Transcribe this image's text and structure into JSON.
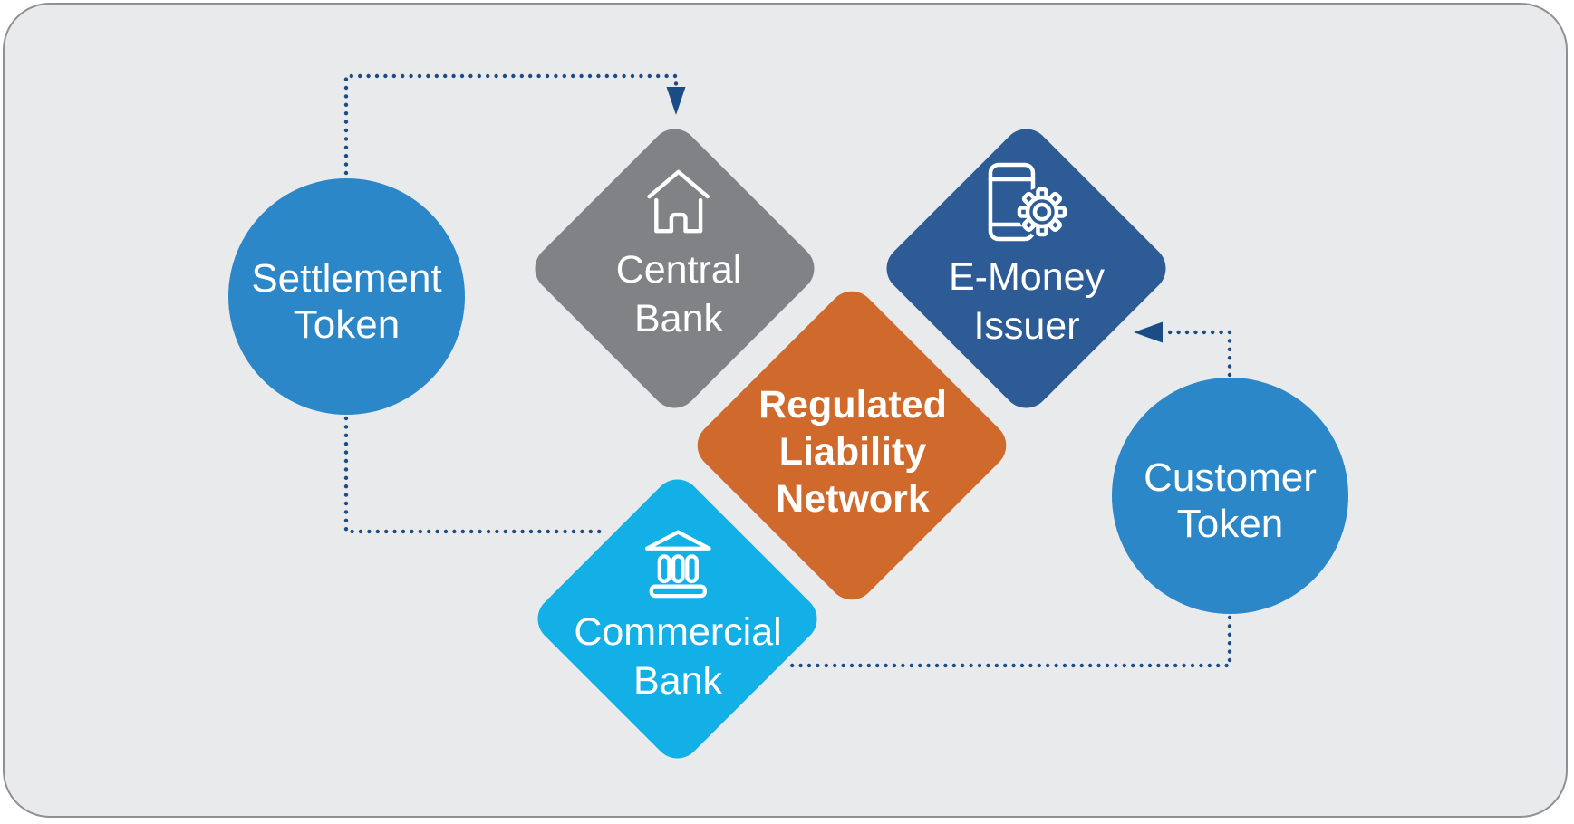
{
  "diagram": {
    "nodes": {
      "settlement_token": {
        "type": "circle",
        "lines": [
          "Settlement",
          "Token"
        ],
        "color_key": "token_circle"
      },
      "central_bank": {
        "type": "diamond",
        "lines": [
          "Central",
          "Bank"
        ],
        "icon": "bank-building-icon",
        "color_key": "central_bank"
      },
      "emoney_issuer": {
        "type": "diamond",
        "lines": [
          "E-Money",
          "Issuer"
        ],
        "icon": "smartphone-gear-icon",
        "color_key": "emoney_issuer"
      },
      "regulated_liability_network": {
        "type": "diamond",
        "lines": [
          "Regulated",
          "Liability",
          "Network"
        ],
        "color_key": "rln"
      },
      "commercial_bank": {
        "type": "diamond",
        "lines": [
          "Commercial",
          "Bank"
        ],
        "icon": "bank-columns-icon",
        "color_key": "commercial_bank"
      },
      "customer_token": {
        "type": "circle",
        "lines": [
          "Customer",
          "Token"
        ],
        "color_key": "token_circle"
      }
    },
    "connectors": [
      {
        "from": "settlement_token",
        "to": "central_bank",
        "style": "dotted",
        "arrowhead": "down"
      },
      {
        "from": "settlement_token",
        "to": "commercial_bank",
        "style": "dotted",
        "arrowhead": "none"
      },
      {
        "from": "customer_token",
        "to": "emoney_issuer",
        "style": "dotted",
        "arrowhead": "left"
      },
      {
        "from": "customer_token",
        "to": "commercial_bank",
        "style": "dotted",
        "arrowhead": "none"
      }
    ]
  },
  "colors": {
    "panel_bg": "#e9eaec",
    "panel_border": "#8e9093",
    "connector": "#1c4c85",
    "token_circle": "#2b87c8",
    "central_bank": "#808285",
    "emoney_issuer": "#2d5b96",
    "commercial_bank": "#13b0e8",
    "rln": "#d0692c",
    "label_text": "#ffffff"
  }
}
